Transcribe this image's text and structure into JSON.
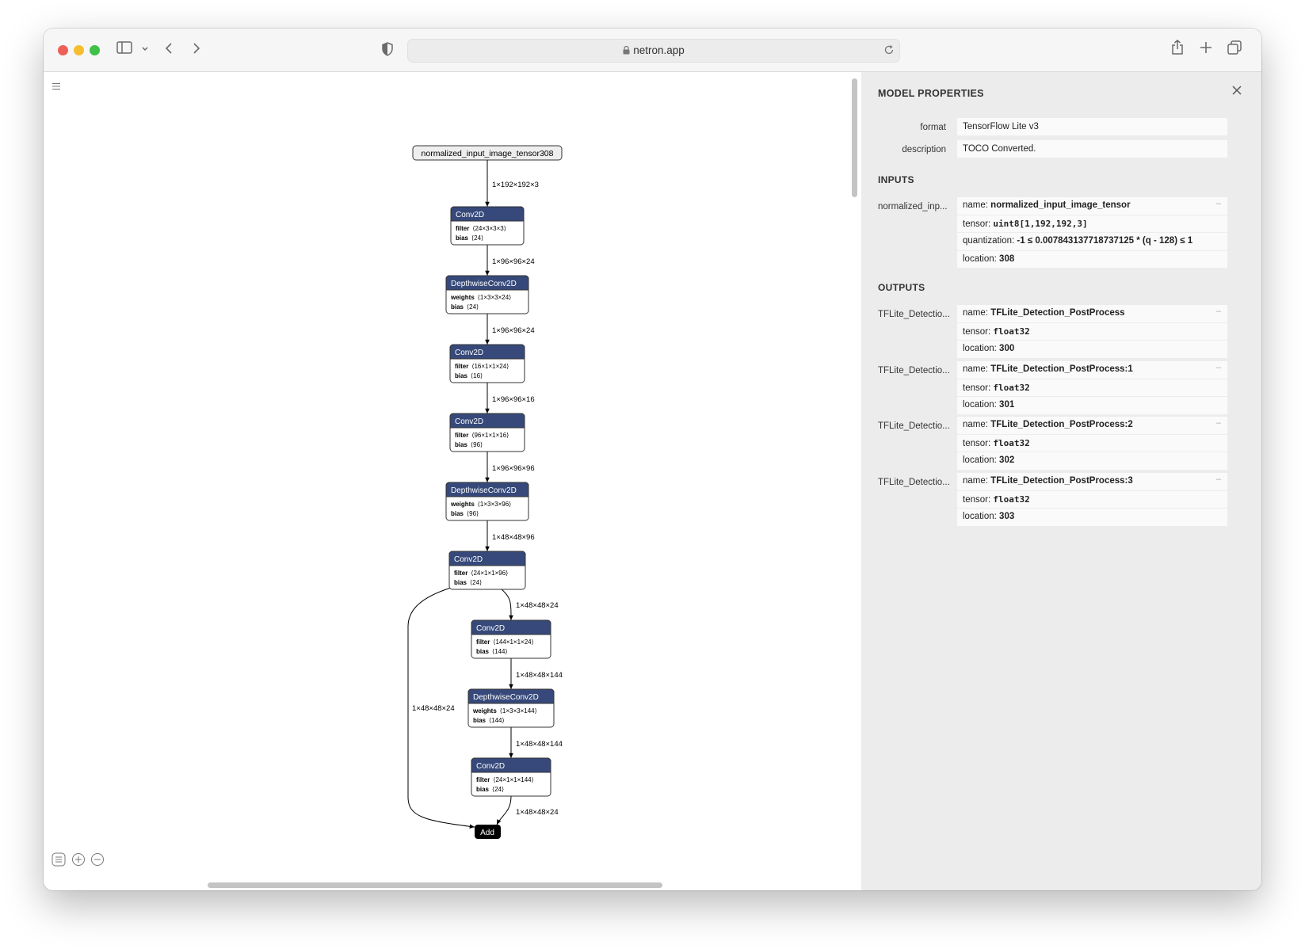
{
  "browser": {
    "url": "netron.app",
    "colors": {
      "close": "#ee5f57",
      "minimize": "#f6bd2f",
      "zoom": "#3fc148"
    }
  },
  "graph": {
    "input_node": "normalized_input_image_tensor308",
    "edges": [
      "1×192×192×3",
      "1×96×96×24",
      "1×96×96×24",
      "1×96×96×16",
      "1×96×96×96",
      "1×48×48×96",
      "1×48×48×24",
      "1×48×48×144",
      "1×48×48×144",
      "1×48×48×24",
      "1×48×48×24"
    ],
    "nodes": [
      {
        "op": "Conv2D",
        "a_name": "filter",
        "a_val": "⟨24×3×3×3⟩",
        "b_name": "bias",
        "b_val": "⟨24⟩"
      },
      {
        "op": "DepthwiseConv2D",
        "a_name": "weights",
        "a_val": "⟨1×3×3×24⟩",
        "b_name": "bias",
        "b_val": "⟨24⟩"
      },
      {
        "op": "Conv2D",
        "a_name": "filter",
        "a_val": "⟨16×1×1×24⟩",
        "b_name": "bias",
        "b_val": "⟨16⟩"
      },
      {
        "op": "Conv2D",
        "a_name": "filter",
        "a_val": "⟨96×1×1×16⟩",
        "b_name": "bias",
        "b_val": "⟨96⟩"
      },
      {
        "op": "DepthwiseConv2D",
        "a_name": "weights",
        "a_val": "⟨1×3×3×96⟩",
        "b_name": "bias",
        "b_val": "⟨96⟩"
      },
      {
        "op": "Conv2D",
        "a_name": "filter",
        "a_val": "⟨24×1×1×96⟩",
        "b_name": "bias",
        "b_val": "⟨24⟩"
      },
      {
        "op": "Conv2D",
        "a_name": "filter",
        "a_val": "⟨144×1×1×24⟩",
        "b_name": "bias",
        "b_val": "⟨144⟩"
      },
      {
        "op": "DepthwiseConv2D",
        "a_name": "weights",
        "a_val": "⟨1×3×3×144⟩",
        "b_name": "bias",
        "b_val": "⟨144⟩"
      },
      {
        "op": "Conv2D",
        "a_name": "filter",
        "a_val": "⟨24×1×1×144⟩",
        "b_name": "bias",
        "b_val": "⟨24⟩"
      }
    ],
    "add_node": "Add",
    "node_header_color": "#36497a"
  },
  "panel": {
    "title": "MODEL PROPERTIES",
    "format_label": "format",
    "format_value": "TensorFlow Lite v3",
    "description_label": "description",
    "description_value": "TOCO Converted.",
    "inputs_title": "INPUTS",
    "outputs_title": "OUTPUTS",
    "name_prefix": "name:",
    "tensor_prefix": "tensor:",
    "quant_prefix": "quantization:",
    "location_prefix": "location:",
    "input": {
      "label": "normalized_inp...",
      "name": "normalized_input_image_tensor",
      "tensor": "uint8[1,192,192,3]",
      "quantization": "-1 ≤ 0.007843137718737125 * (q - 128) ≤ 1",
      "location": "308"
    },
    "outputs": [
      {
        "label": "TFLite_Detectio...",
        "name": "TFLite_Detection_PostProcess",
        "tensor": "float32",
        "location": "300"
      },
      {
        "label": "TFLite_Detectio...",
        "name": "TFLite_Detection_PostProcess:1",
        "tensor": "float32",
        "location": "301"
      },
      {
        "label": "TFLite_Detectio...",
        "name": "TFLite_Detection_PostProcess:2",
        "tensor": "float32",
        "location": "302"
      },
      {
        "label": "TFLite_Detectio...",
        "name": "TFLite_Detection_PostProcess:3",
        "tensor": "float32",
        "location": "303"
      }
    ]
  }
}
